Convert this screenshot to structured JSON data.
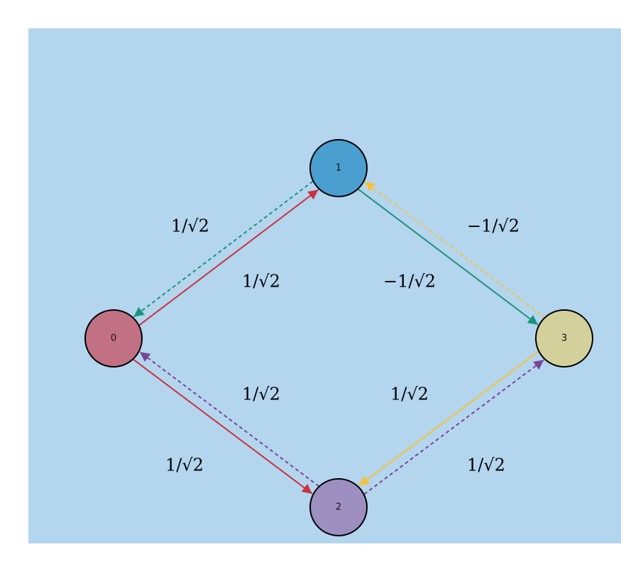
{
  "colors": {
    "background": "#b3d5ee",
    "node_0": "#c27184",
    "node_1": "#4b9fd0",
    "node_2": "#9d8fc0",
    "node_3": "#d4d09c",
    "edge_red": "#c9323f",
    "edge_teal": "#1d927c",
    "edge_yellow": "#f5c23a",
    "edge_purple": "#7a4595"
  },
  "nodes": [
    {
      "id": "0",
      "label": "0",
      "color": "#c27184"
    },
    {
      "id": "1",
      "label": "1",
      "color": "#4b9fd0"
    },
    {
      "id": "2",
      "label": "2",
      "color": "#9d8fc0"
    },
    {
      "id": "3",
      "label": "3",
      "color": "#d4d09c"
    }
  ],
  "edges": [
    {
      "from": "0",
      "to": "1",
      "style": "solid",
      "color": "#c9323f",
      "weight": "1/√2"
    },
    {
      "from": "1",
      "to": "0",
      "style": "dashed",
      "color": "#1d927c",
      "weight": "1/√2"
    },
    {
      "from": "1",
      "to": "3",
      "style": "solid",
      "color": "#1d927c",
      "weight": "−1/√2"
    },
    {
      "from": "3",
      "to": "1",
      "style": "dashed",
      "color": "#f5c23a",
      "weight": "−1/√2"
    },
    {
      "from": "0",
      "to": "2",
      "style": "solid",
      "color": "#c9323f",
      "weight": "1/√2"
    },
    {
      "from": "2",
      "to": "0",
      "style": "dashed",
      "color": "#7a4595",
      "weight": "1/√2"
    },
    {
      "from": "2",
      "to": "3",
      "style": "dashed",
      "color": "#7a4595",
      "weight": "1/√2"
    },
    {
      "from": "3",
      "to": "2",
      "style": "solid",
      "color": "#f5c23a",
      "weight": "1/√2"
    }
  ]
}
